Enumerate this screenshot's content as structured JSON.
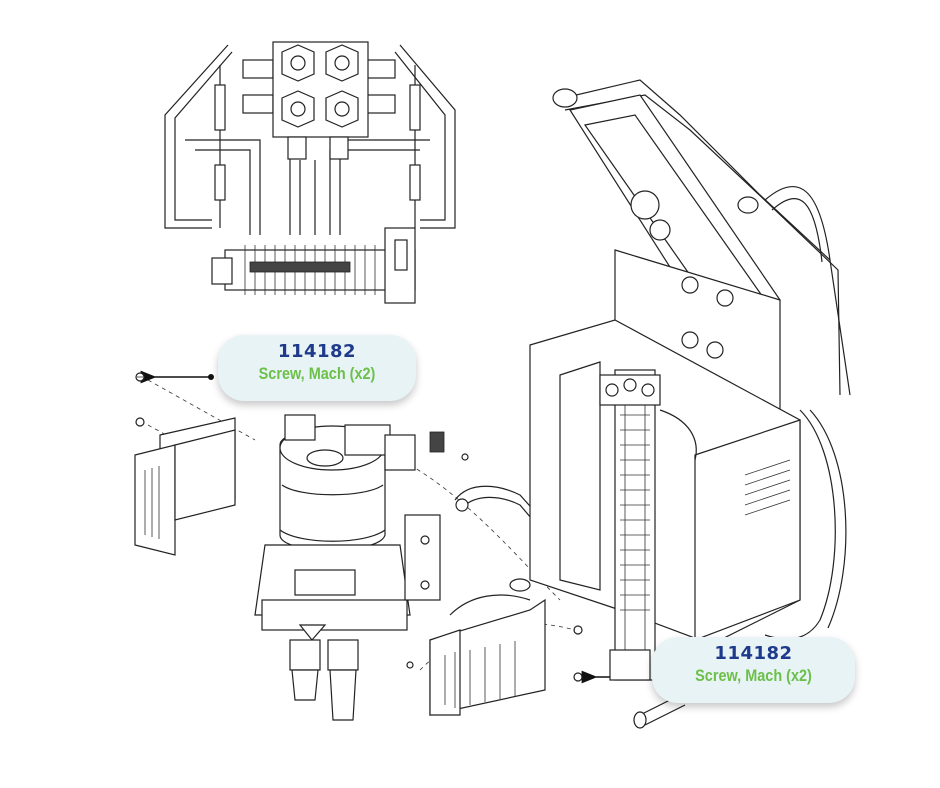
{
  "callouts": [
    {
      "part_number": "114182",
      "description": "Screw, Mach (x2)"
    },
    {
      "part_number": "114182",
      "description": "Screw, Mach (x2)"
    }
  ],
  "colors": {
    "part_number": "#1e3a8a",
    "description": "#6cc04a",
    "callout_bg": "#e8f3f6",
    "line": "#222222"
  },
  "icons": [
    "arrow-left-icon",
    "screw-icon",
    "valve-block-icon",
    "terminal-block-icon",
    "pump-icon",
    "cart-icon"
  ]
}
